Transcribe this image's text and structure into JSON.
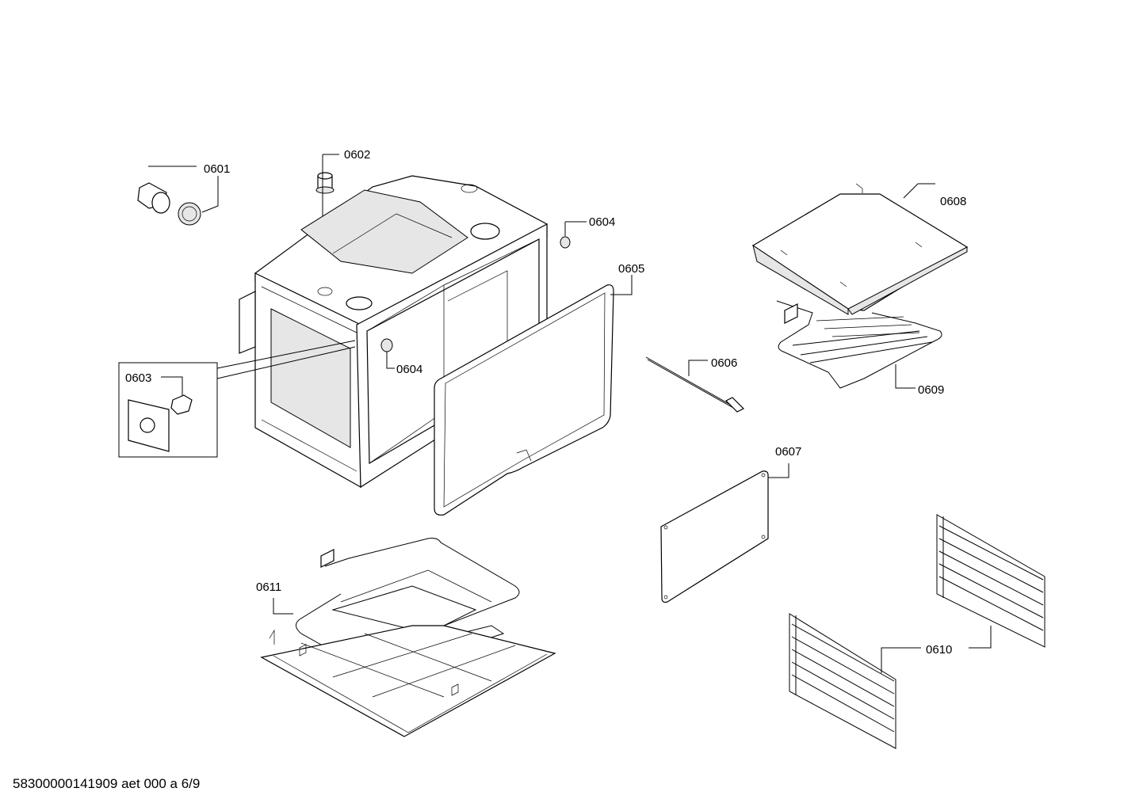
{
  "callouts": {
    "c0601": "0601",
    "c0602": "0602",
    "c0603": "0603",
    "c0604a": "0604",
    "c0604b": "0604",
    "c0605": "0605",
    "c0606": "0606",
    "c0607": "0607",
    "c0608": "0608",
    "c0609": "0609",
    "c0610": "0610",
    "c0611": "0611"
  },
  "footer": "58300000141909 aet 000 a 6/9"
}
